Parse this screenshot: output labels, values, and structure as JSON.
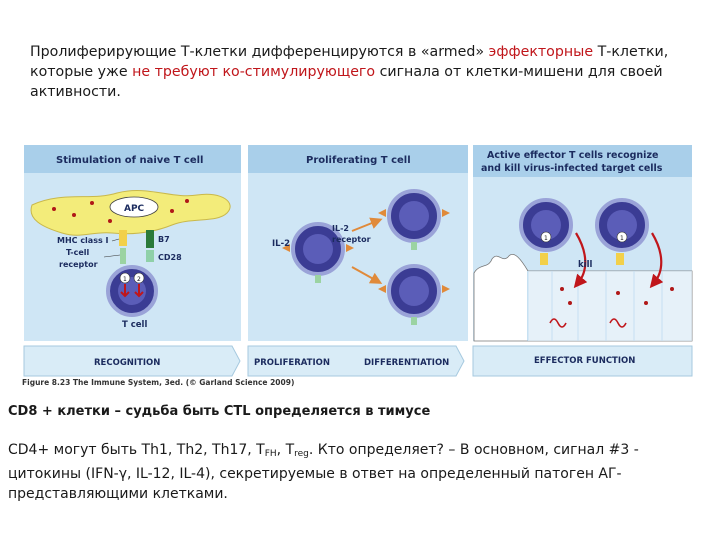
{
  "intro": {
    "part1": "Пролиферирующие Т-клетки дифференцируются в «armed» ",
    "part2": "эффекторные",
    "part3": " Т-клетки, которые уже ",
    "part4": "не требуют ко-стимулирующего",
    "part5": " сигнала от клетки-мишени для своей активности."
  },
  "figure": {
    "panel1": {
      "title": "Stimulation of naive T cell",
      "apc": "APC",
      "mhc": "MHC class I",
      "tcr1": "T-cell",
      "tcr2": "receptor",
      "b7": "B7",
      "cd28": "CD28",
      "tcell": "T cell",
      "sig1": "1",
      "sig2": "2"
    },
    "panel2": {
      "title": "Proliferating T cell",
      "il2": "IL-2",
      "il2r1": "IL-2",
      "il2r2": "receptor"
    },
    "panel3": {
      "title1": "Active effector T cells recognize",
      "title2": "and kill virus-infected target cells",
      "kill": "kill",
      "sig1": "1"
    },
    "arrows": {
      "recognition": "RECOGNITION",
      "proliferation": "PROLIFERATION",
      "differentiation": "DIFFERENTIATION",
      "effector": "EFFECTOR FUNCTION"
    },
    "caption": "Figure 8.23 The Immune System, 3ed. (© Garland Science 2009)"
  },
  "cd8": "CD8 + клетки – судьба быть CTL определяется в тимусе",
  "cd4": {
    "a": "CD4+ могут быть Th1, Th2, Th17, T",
    "fh": "FH",
    "b": ", T",
    "reg": "reg",
    "c": ". Кто определяет? – В основном, сигнал #3 - цитокины (IFN-γ, IL-12, IL-4), секретируемые в ответ на определенный патоген АГ-представляющими клетками."
  },
  "colors": {
    "accent_red": "#c0161b",
    "panel_blue": "#cfe6f5",
    "header_blue": "#a9cfea",
    "apc_yellow": "#f3ec7a",
    "tcell_purple": "#3b3c94"
  }
}
